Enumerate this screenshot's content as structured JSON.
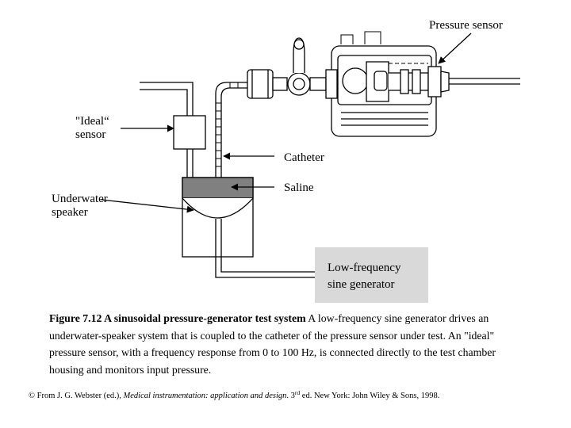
{
  "labels": {
    "pressure_sensor": "Pressure sensor",
    "ideal_sensor": "\"Ideal“\nsensor",
    "catheter": "Catheter",
    "saline": "Saline",
    "underwater_speaker": "Underwater\nspeaker",
    "generator_line1": "Low-frequency",
    "generator_line2": "sine generator"
  },
  "caption": {
    "bold": "Figure 7.12 A sinusoidal pressure-generator test system",
    "text": " A low-frequency sine generator drives an underwater-speaker system that is coupled to the catheter of the pressure sensor under test. An \"ideal\" pressure sensor, with a frequency response from 0 to 100 Hz, is connected directly to the test chamber housing and monitors input pressure."
  },
  "citation": {
    "prefix": "© From J. G. Webster (ed.), ",
    "title": "Medical instrumentation: application and design",
    "edition_pre": ". 3",
    "edition_sup": "rd",
    "suffix": " ed. New York: John Wiley & Sons, 1998."
  },
  "colors": {
    "line": "#000000",
    "saline": "#808080",
    "generator_box": "#d9d9d9"
  }
}
